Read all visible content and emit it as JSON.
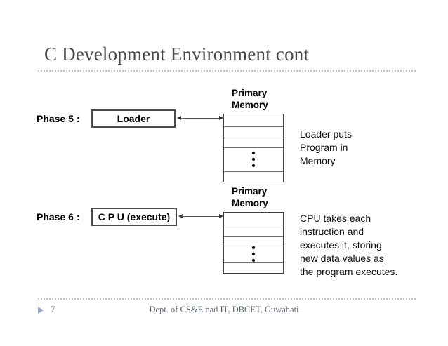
{
  "slide": {
    "title": "C Development Environment cont"
  },
  "diagram": {
    "phases": [
      {
        "label": "Phase 5 :",
        "box_label": "Loader",
        "memory_caption_line1": "Primary",
        "memory_caption_line2": "Memory",
        "arrow": "double-headed-arrow",
        "ellipsis": ":",
        "note_lines": [
          "Loader puts",
          "Program in",
          "Memory"
        ]
      },
      {
        "label": "Phase 6 :",
        "box_label": "C P U (execute)",
        "memory_caption_line1": "Primary",
        "memory_caption_line2": "Memory",
        "arrow": "double-headed-arrow",
        "ellipsis": ":",
        "note_lines": [
          "CPU takes each",
          "instruction and",
          "executes it, storing",
          "new data values as",
          "the program executes."
        ]
      }
    ]
  },
  "footer": {
    "page_number": "7",
    "text": "Dept. of CS&E nad IT, DBCET, Guwahati"
  },
  "colors": {
    "title": "#46494f",
    "rule": "#b9c0cf",
    "marker": "#97a6c6",
    "box_border": "#4a4a4a",
    "footer_text": "#5d6575"
  }
}
